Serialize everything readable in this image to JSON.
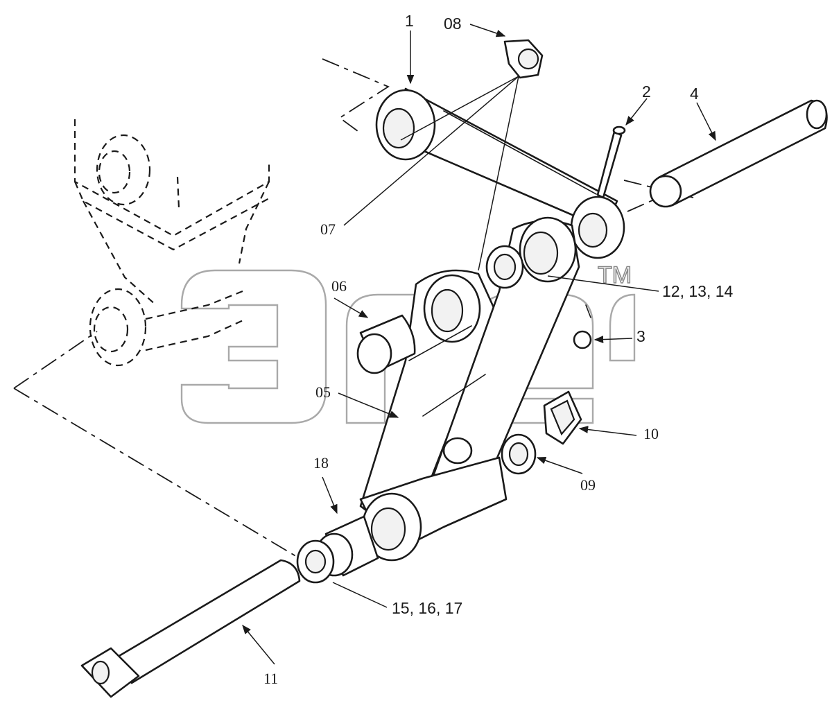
{
  "labels": {
    "l1": "1",
    "l08": "08",
    "l2": "2",
    "l4": "4",
    "l07": "07",
    "l06": "06",
    "l12_14": "12, 13, 14",
    "l3": "3",
    "l05": "05",
    "l10": "10",
    "l09": "09",
    "l18": "18",
    "l15_17": "15, 16, 17",
    "l11": "11"
  },
  "watermark": {
    "text": "элер",
    "tm": "TM"
  }
}
